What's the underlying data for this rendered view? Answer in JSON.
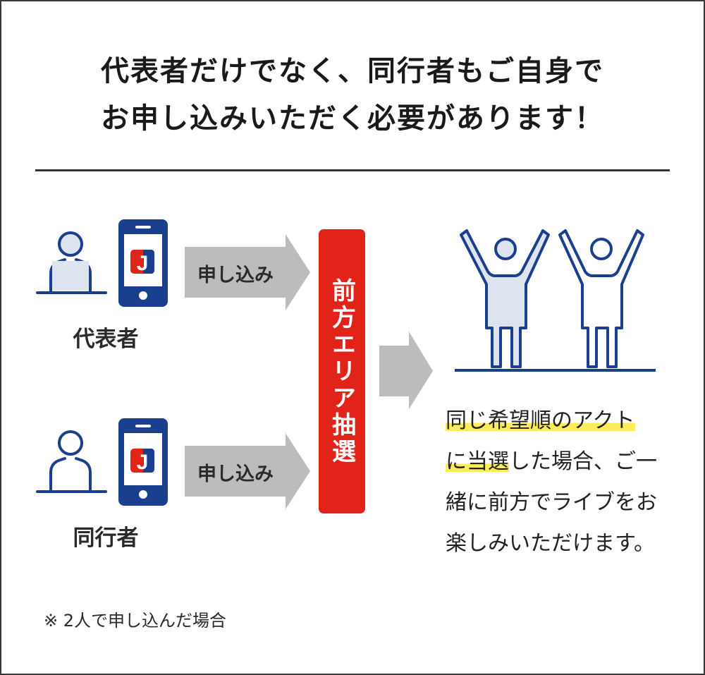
{
  "title": {
    "line1": "代表者だけでなく、同行者もご自身で",
    "line2": "お申し込みいただく必要があります！"
  },
  "flow": {
    "applicants": [
      {
        "label": "代表者",
        "arrow_label": "申し込み",
        "app_icon_letter": "J"
      },
      {
        "label": "同行者",
        "arrow_label": "申し込み",
        "app_icon_letter": "J"
      }
    ],
    "lottery_label": "前方エリア抽選",
    "result": {
      "highlight1": "同じ希望順のアクト",
      "highlight2": "に当選",
      "rest2": "した場合、ご一",
      "line3": "緒に前方でライブをお",
      "line4": "楽しみいただけます。"
    }
  },
  "footnote": "※ 2人で申し込んだ場合",
  "colors": {
    "navy": "#1a3f8f",
    "light_fill": "#dde3ef",
    "red": "#e2231a",
    "arrow_gray": "#bcbcbc",
    "highlight": "#fcec5a"
  }
}
